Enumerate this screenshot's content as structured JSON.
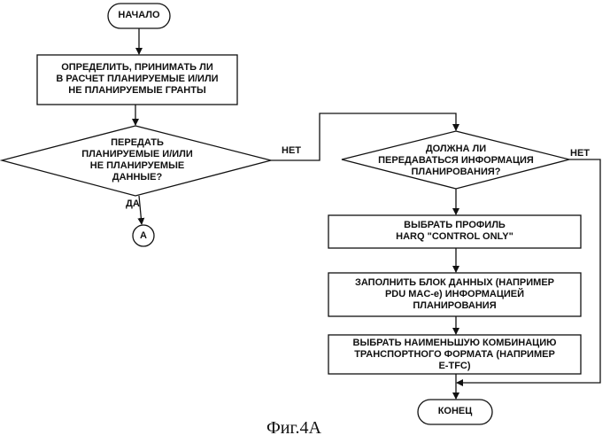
{
  "nodes": {
    "start": "НАЧАЛО",
    "determine": "ОПРЕДЕЛИТЬ, ПРИНИМАТЬ ЛИ\nВ РАСЧЕТ ПЛАНИРУЕМЫЕ И/ИЛИ\nНЕ ПЛАНИРУЕМЫЕ ГРАНТЫ",
    "transmit_q": "ПЕРЕДАТЬ\nПЛАНИРУЕМЫЕ И/ИЛИ\nНЕ ПЛАНИРУЕМЫЕ\nДАННЫЕ?",
    "connector_a": "A",
    "sched_q": "ДОЛЖНА ЛИ\nПЕРЕДАВАТЬСЯ ИНФОРМАЦИЯ\nПЛАНИРОВАНИЯ?",
    "select_profile": "ВЫБРАТЬ ПРОФИЛЬ\nHARQ \"CONTROL ONLY\"",
    "fill_block": "ЗАПОЛНИТЬ БЛОК ДАННЫХ (НАПРИМЕР\nPDU MAC-e) ИНФОРМАЦИЕЙ\nПЛАНИРОВАНИЯ",
    "select_tfc": "ВЫБРАТЬ НАИМЕНЬШУЮ КОМБИНАЦИЮ\nТРАНСПОРТНОГО ФОРМАТА (НАПРИМЕР\nE-TFC)",
    "end": "КОНЕЦ"
  },
  "edges": {
    "transmit_no": "НЕТ",
    "transmit_yes": "ДА",
    "sched_no": "НЕТ"
  },
  "caption": "Фиг.4А"
}
